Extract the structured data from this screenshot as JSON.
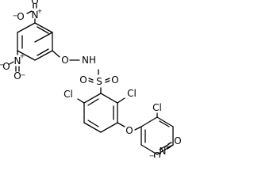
{
  "molecule": {
    "atom_labels": {
      "n_top": "N",
      "n_top_o_left": "O",
      "n_top_o_up": "O",
      "n_mid": "N",
      "n_mid_o_left": "O",
      "n_mid_o_down": "O",
      "ether_o": "O",
      "nh": "NH",
      "sulfur": "S",
      "s_o_left": "O",
      "s_o_right": "O",
      "cl_upper": "Cl",
      "cl_left": "Cl",
      "cl_right": "Cl",
      "aryl_ether_o": "O",
      "n_bottom": "N",
      "n_bottom_o_right": "O",
      "n_bottom_o_down": "O"
    },
    "charges": {
      "plus": "+",
      "minus": "−"
    }
  }
}
